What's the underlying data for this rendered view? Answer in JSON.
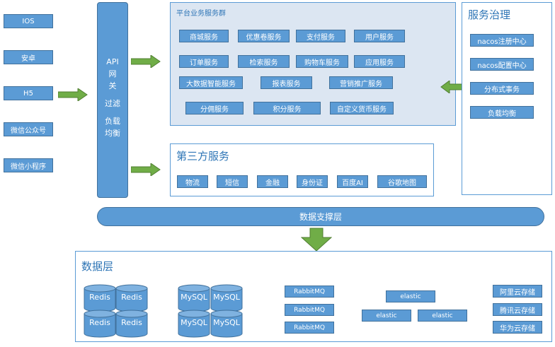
{
  "clients": [
    "IOS",
    "安卓",
    "H5",
    "微信公众号",
    "微信小程序"
  ],
  "gateway": {
    "lines": [
      "API",
      "网",
      "关",
      "",
      "过滤",
      "",
      "负载",
      "均衡"
    ]
  },
  "platform": {
    "title": "平台业务服务群",
    "services": [
      "商城服务",
      "优惠卷服务",
      "支付服务",
      "用户服务",
      "订单服务",
      "检索服务",
      "购物车服务",
      "应用服务",
      "大数据智能服务",
      "报表服务",
      "营销推广服务",
      "分佣服务",
      "积分服务",
      "自定义货币服务"
    ]
  },
  "third_party": {
    "title": "第三方服务",
    "services": [
      "物流",
      "短信",
      "金融",
      "身份证",
      "百度AI",
      "谷歌地图"
    ]
  },
  "governance": {
    "title": "服务治理",
    "items": [
      "nacos注册中心",
      "nacos配置中心",
      "分布式事务",
      "负载均衡"
    ]
  },
  "data_support": {
    "label": "数据支撑层"
  },
  "data_layer": {
    "title": "数据层",
    "redis": [
      "Redis",
      "Redis",
      "Redis",
      "Redis"
    ],
    "mysql": [
      "MySQL",
      "MySQL",
      "MySQL",
      "MySQL"
    ],
    "rabbitmq": [
      "RabbitMQ",
      "RabbitMQ",
      "RabbitMQ"
    ],
    "elastic": [
      "elastic",
      "elastic",
      "elastic"
    ],
    "cloud_storage": [
      "阿里云存储",
      "腾讯云存储",
      "华为云存储"
    ]
  },
  "colors": {
    "box": "#5b9bd5",
    "border": "#41719c",
    "panel": "#dce6f2",
    "arrow": "#70ad47",
    "title": "#2e75b6"
  }
}
